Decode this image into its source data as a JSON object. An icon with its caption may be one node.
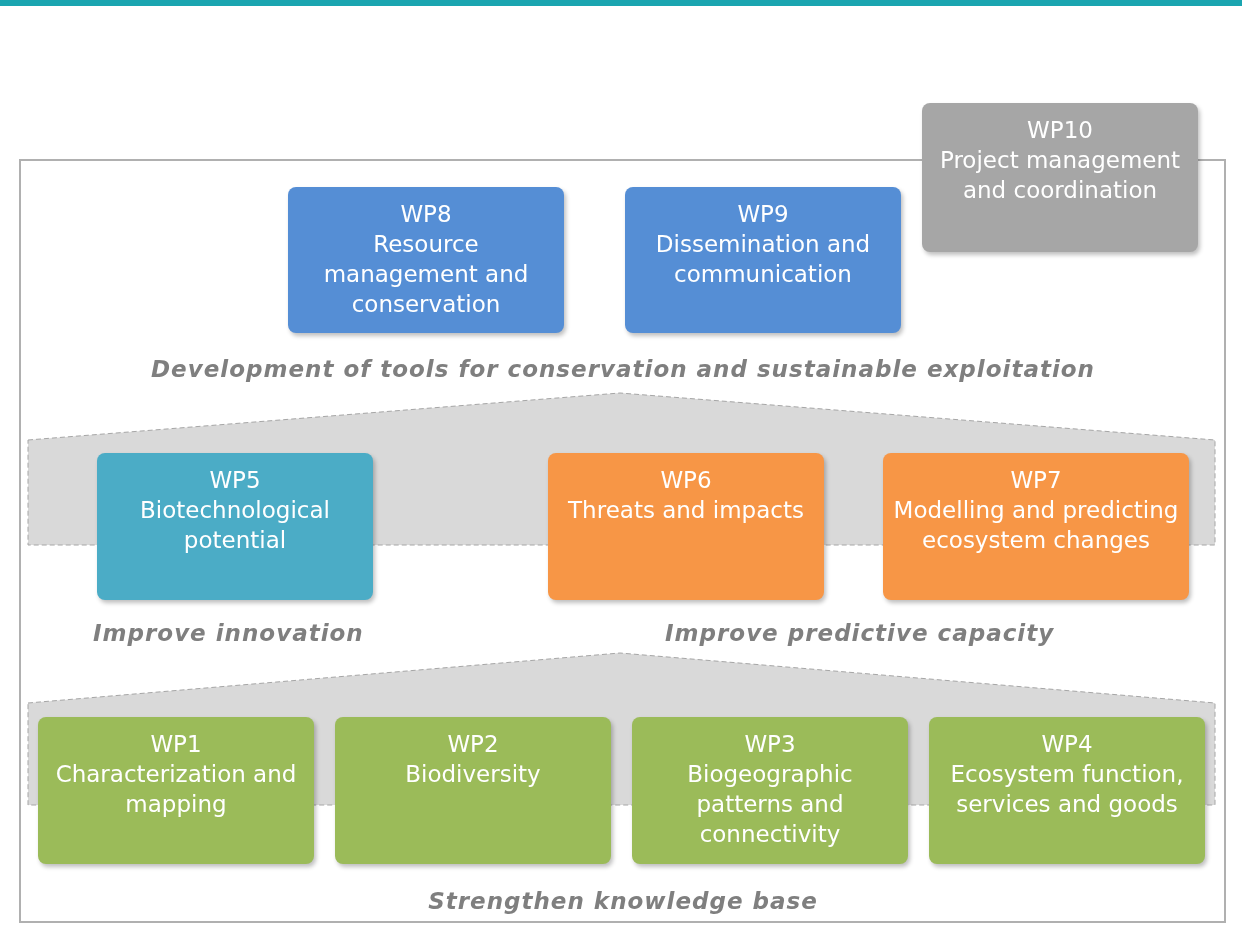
{
  "diagram": {
    "nodes": [
      {
        "text": [
          "WP10",
          "Project management and coordination"
        ]
      },
      {
        "text": [
          "WP8",
          "Resource management and conservation"
        ]
      },
      {
        "text": [
          "WP9",
          "Dissemination and communication"
        ]
      },
      {
        "text": [
          "WP5",
          "Biotechnological potential"
        ]
      },
      {
        "text": [
          "WP6",
          "Threats and impacts"
        ]
      },
      {
        "text": [
          "WP7",
          "Modelling and predicting ecosystem changes"
        ]
      },
      {
        "text": [
          "WP1",
          "Characterization and mapping"
        ]
      },
      {
        "text": [
          "WP2",
          "Biodiversity"
        ]
      },
      {
        "text": [
          "WP3",
          "Biogeographic patterns and connectivity"
        ]
      },
      {
        "text": [
          "WP4",
          "Ecosystem function, services and goods"
        ]
      }
    ],
    "labels": [
      "Development of tools for conservation and sustainable exploitation",
      "Improve innovation",
      "Improve predictive capacity",
      "Strengthen knowledge base"
    ]
  }
}
